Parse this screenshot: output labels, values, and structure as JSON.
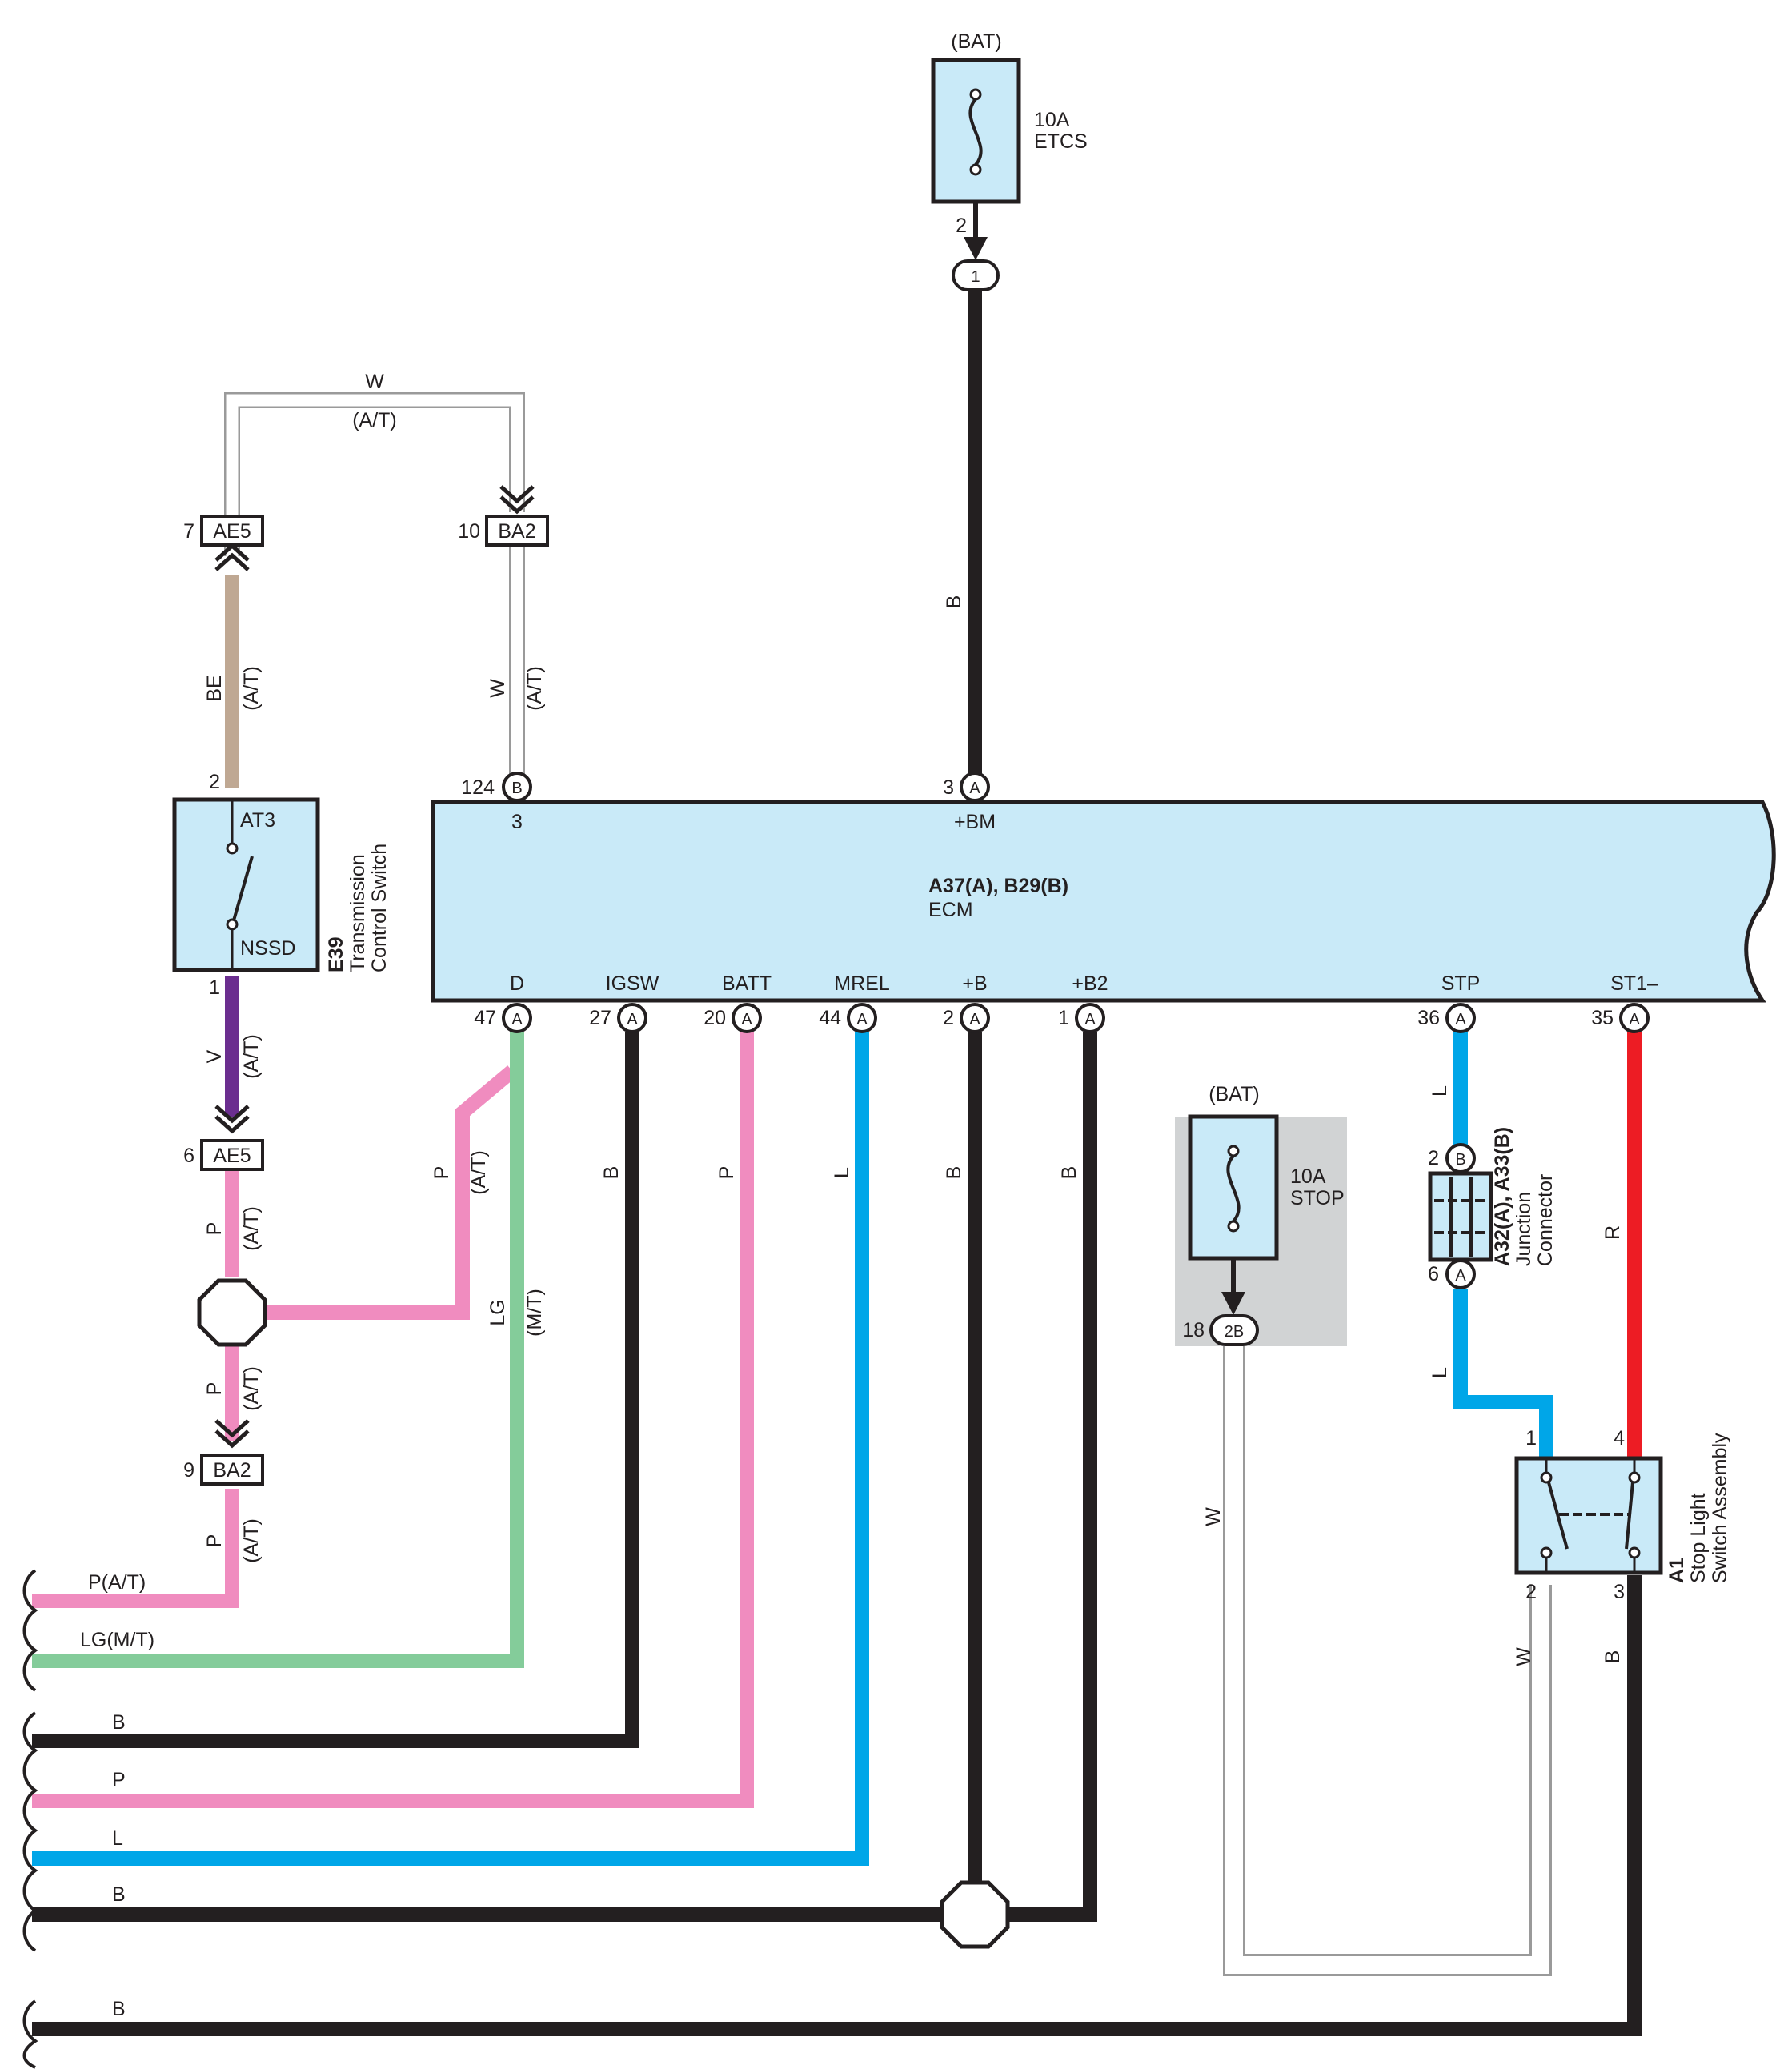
{
  "colors": {
    "black": "#231f20",
    "pink": "#f08cbf",
    "blue": "#00a6e8",
    "red": "#ed1c24",
    "green": "#84cc9a",
    "violet": "#6b2e8f",
    "beige": "#bfa893",
    "white_wire_outline": "#9a9a9a",
    "component_fill": "#c9eaf8",
    "stop_fuse_box_bg": "#d1d3d4"
  },
  "fuse_etcs": {
    "supply": "(BAT)",
    "rating": "10A",
    "name": "ETCS",
    "pin": "2",
    "junction_circle": "1"
  },
  "fuse_stop": {
    "supply": "(BAT)",
    "rating": "10A",
    "name": "STOP",
    "pin": "18",
    "junction_circle": "2B"
  },
  "ecm": {
    "connector_ids": "A37(A), B29(B)",
    "name": "ECM",
    "top_pins": [
      {
        "num": "124",
        "conn": "B",
        "inner": "3"
      },
      {
        "num": "3",
        "conn": "A",
        "inner": "+BM"
      }
    ],
    "bottom_pins": [
      {
        "num": "47",
        "conn": "A",
        "label": "D"
      },
      {
        "num": "27",
        "conn": "A",
        "label": "IGSW"
      },
      {
        "num": "20",
        "conn": "A",
        "label": "BATT"
      },
      {
        "num": "44",
        "conn": "A",
        "label": "MREL"
      },
      {
        "num": "2",
        "conn": "A",
        "label": "+B"
      },
      {
        "num": "1",
        "conn": "A",
        "label": "+B2"
      },
      {
        "num": "36",
        "conn": "A",
        "label": "STP"
      },
      {
        "num": "35",
        "conn": "A",
        "label": "ST1–"
      }
    ]
  },
  "transmission_switch": {
    "id": "E39",
    "name_line1": "Transmission",
    "name_line2": "Control Switch",
    "pin_top": "2",
    "pin_bottom": "1",
    "label_top": "AT3",
    "label_bottom": "NSSD"
  },
  "connectors": {
    "ae5_upper": {
      "pin": "7",
      "name": "AE5"
    },
    "ba2_upper": {
      "pin": "10",
      "name": "BA2"
    },
    "ae5_lower": {
      "pin": "6",
      "name": "AE5"
    },
    "ba2_lower": {
      "pin": "9",
      "name": "BA2"
    }
  },
  "junction_connector": {
    "ids": "A32(A), A33(B)",
    "name_line1": "Junction",
    "name_line2": "Connector",
    "pin_top": "2",
    "conn_top": "B",
    "pin_bottom": "6",
    "conn_bottom": "A"
  },
  "stop_light_switch": {
    "id": "A1",
    "name_line1": "Stop Light",
    "name_line2": "Switch Assembly",
    "pins": [
      "1",
      "4",
      "2",
      "3"
    ]
  },
  "wire_labels": {
    "w_top": "W",
    "at_top": "(A/T)",
    "be": "BE",
    "at": "(A/T)",
    "mt": "(M/T)",
    "w": "W",
    "b": "B",
    "v": "V",
    "p": "P",
    "lg": "LG",
    "l": "L",
    "r": "R",
    "p_at": "P(A/T)",
    "lg_mt": "LG(M/T)"
  }
}
